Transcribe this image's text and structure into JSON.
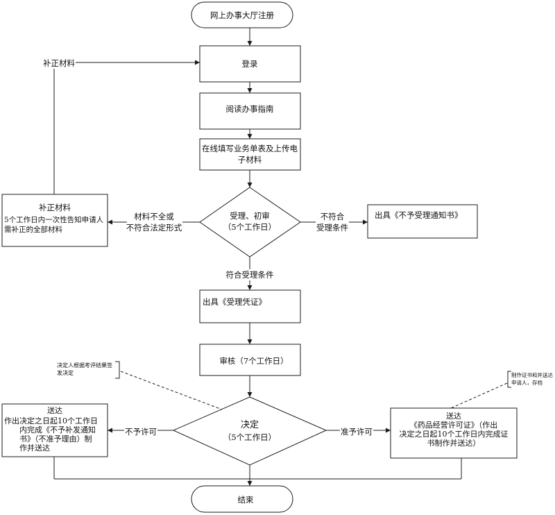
{
  "nodes": {
    "start": "网上办事大厅注册",
    "login": "登录",
    "read_guide": "阅读办事指南",
    "fill_form": [
      "在线填写业务单表及上传电",
      "子材料"
    ],
    "initial_review": [
      "受理、初审",
      "（5个工作日）"
    ],
    "supplement": {
      "title": "补正材料",
      "lines": [
        "5个工作日内一次性告知申请人",
        "需补正的全部材料"
      ]
    },
    "rejection_notice": "出具《不予受理通知书》",
    "acceptance_receipt": "出具《受理凭证》",
    "audit": "审核（7个工作日）",
    "decision": [
      "决定",
      "（5个工作日）"
    ],
    "deliver_denial": {
      "title": "送达",
      "lines": [
        "作出决定之日起10个工作日",
        "内完成《不予补发通知",
        "书》（不准予理由）制",
        "作并送达"
      ]
    },
    "deliver_license": {
      "title": "送达",
      "lines": [
        "《药品经营许可证》（作出",
        "决定之日起10个工作日内完成证",
        "书制作并送达）"
      ]
    },
    "end": "结束"
  },
  "edge_labels": {
    "resubmit": "补正材料",
    "incomplete": [
      "材料不全或",
      "不符合法定形式"
    ],
    "not_eligible": [
      "不符合",
      "受理条件"
    ],
    "eligible": "符合受理条件",
    "deny": "不予许可",
    "grant": "准予许可"
  },
  "annotations": {
    "decision_note": [
      "决定人根据考评结果签",
      "发决定"
    ],
    "archive_note": [
      "制作证书和并送达",
      "申请人，存档"
    ]
  }
}
